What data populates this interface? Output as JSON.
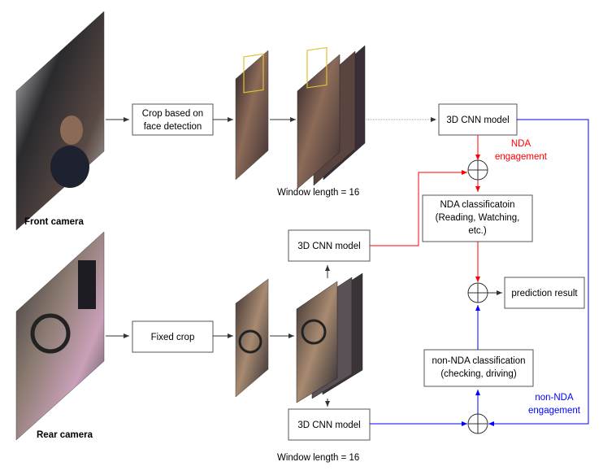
{
  "front_camera": {
    "label": "Front camera"
  },
  "rear_camera": {
    "label": "Rear camera"
  },
  "front_crop": {
    "line1": "Crop based on",
    "line2": "face detection"
  },
  "rear_crop": {
    "label": "Fixed crop"
  },
  "front_window": {
    "label": "Window length = 16"
  },
  "rear_window": {
    "label": "Window length = 16"
  },
  "front_cnn": {
    "label": "3D CNN model"
  },
  "rear_cnn_top": {
    "label": "3D CNN model"
  },
  "rear_cnn_bottom": {
    "label": "3D CNN model"
  },
  "nda_engagement": {
    "line1": "NDA",
    "line2": "engagement",
    "color": "#ff0000"
  },
  "non_nda_engagement": {
    "line1": "non-NDA",
    "line2": "engagement",
    "color": "#0000ff"
  },
  "nda_classification": {
    "line1": "NDA classificatoin",
    "line2": "(Reading, Watching,",
    "line3": "etc.)"
  },
  "non_nda_classification": {
    "line1": "non-NDA classification",
    "line2": "(checking, driving)"
  },
  "prediction": {
    "label": "prediction result"
  },
  "colors": {
    "red": "#ff0000",
    "blue": "#0000ff",
    "arrow": "#333333"
  }
}
